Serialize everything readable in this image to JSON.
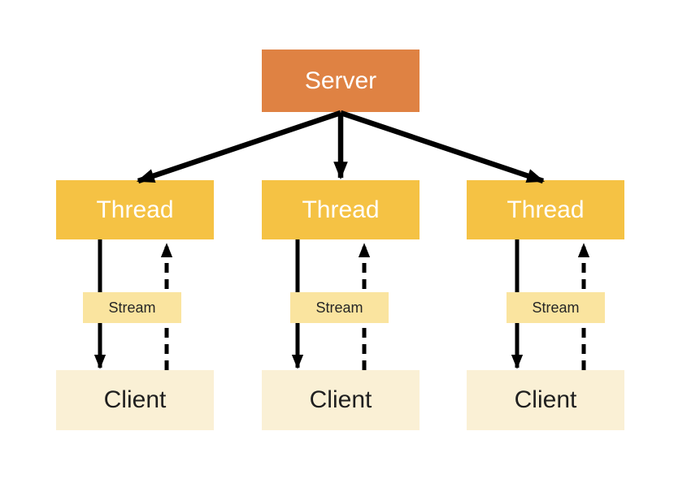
{
  "diagram": {
    "server": {
      "label": "Server"
    },
    "columns": [
      {
        "thread_label": "Thread",
        "stream_label": "Stream",
        "client_label": "Client"
      },
      {
        "thread_label": "Thread",
        "stream_label": "Stream",
        "client_label": "Client"
      },
      {
        "thread_label": "Thread",
        "stream_label": "Stream",
        "client_label": "Client"
      }
    ],
    "colors": {
      "server_fill": "#DF8243",
      "server_text": "#FFFFFF",
      "thread_fill": "#F5C244",
      "thread_text": "#FFFFFF",
      "stream_fill": "#FAE49F",
      "stream_text": "#262626",
      "client_fill": "#FAF0D5",
      "client_text": "#1F1F1F",
      "arrow": "#000000"
    }
  }
}
